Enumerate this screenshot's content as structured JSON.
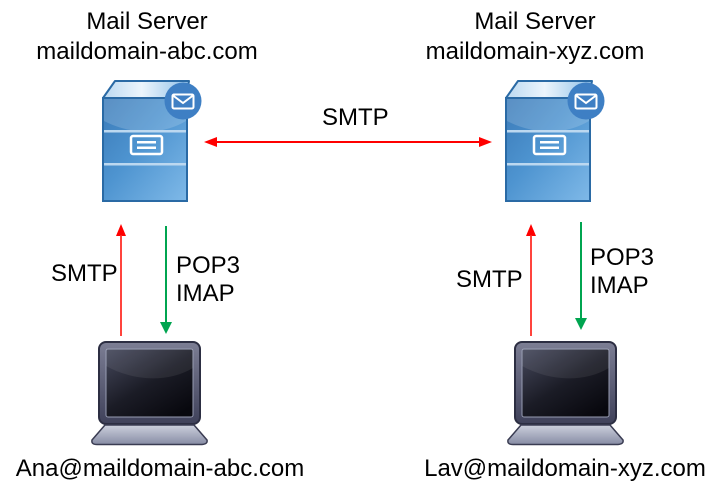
{
  "colors": {
    "smtp_arrow_red": "#ff0000",
    "retrieve_arrow_green": "#00a550",
    "server_blue": "#4e94d0",
    "badge_blue": "#3e7fc4",
    "text": "#000000",
    "background": "#ffffff"
  },
  "servers": {
    "left": {
      "title_line1": "Mail Server",
      "title_line2": "maildomain-abc.com"
    },
    "right": {
      "title_line1": "Mail Server",
      "title_line2": "maildomain-xyz.com"
    }
  },
  "server_link": {
    "label": "SMTP"
  },
  "clients": {
    "left": {
      "send_label": "SMTP",
      "retrieve_line1": "POP3",
      "retrieve_line2": "IMAP",
      "email": "Ana@maildomain-abc.com"
    },
    "right": {
      "send_label": "SMTP",
      "retrieve_line1": "POP3",
      "retrieve_line2": "IMAP",
      "email": "Lav@maildomain-xyz.com"
    }
  }
}
